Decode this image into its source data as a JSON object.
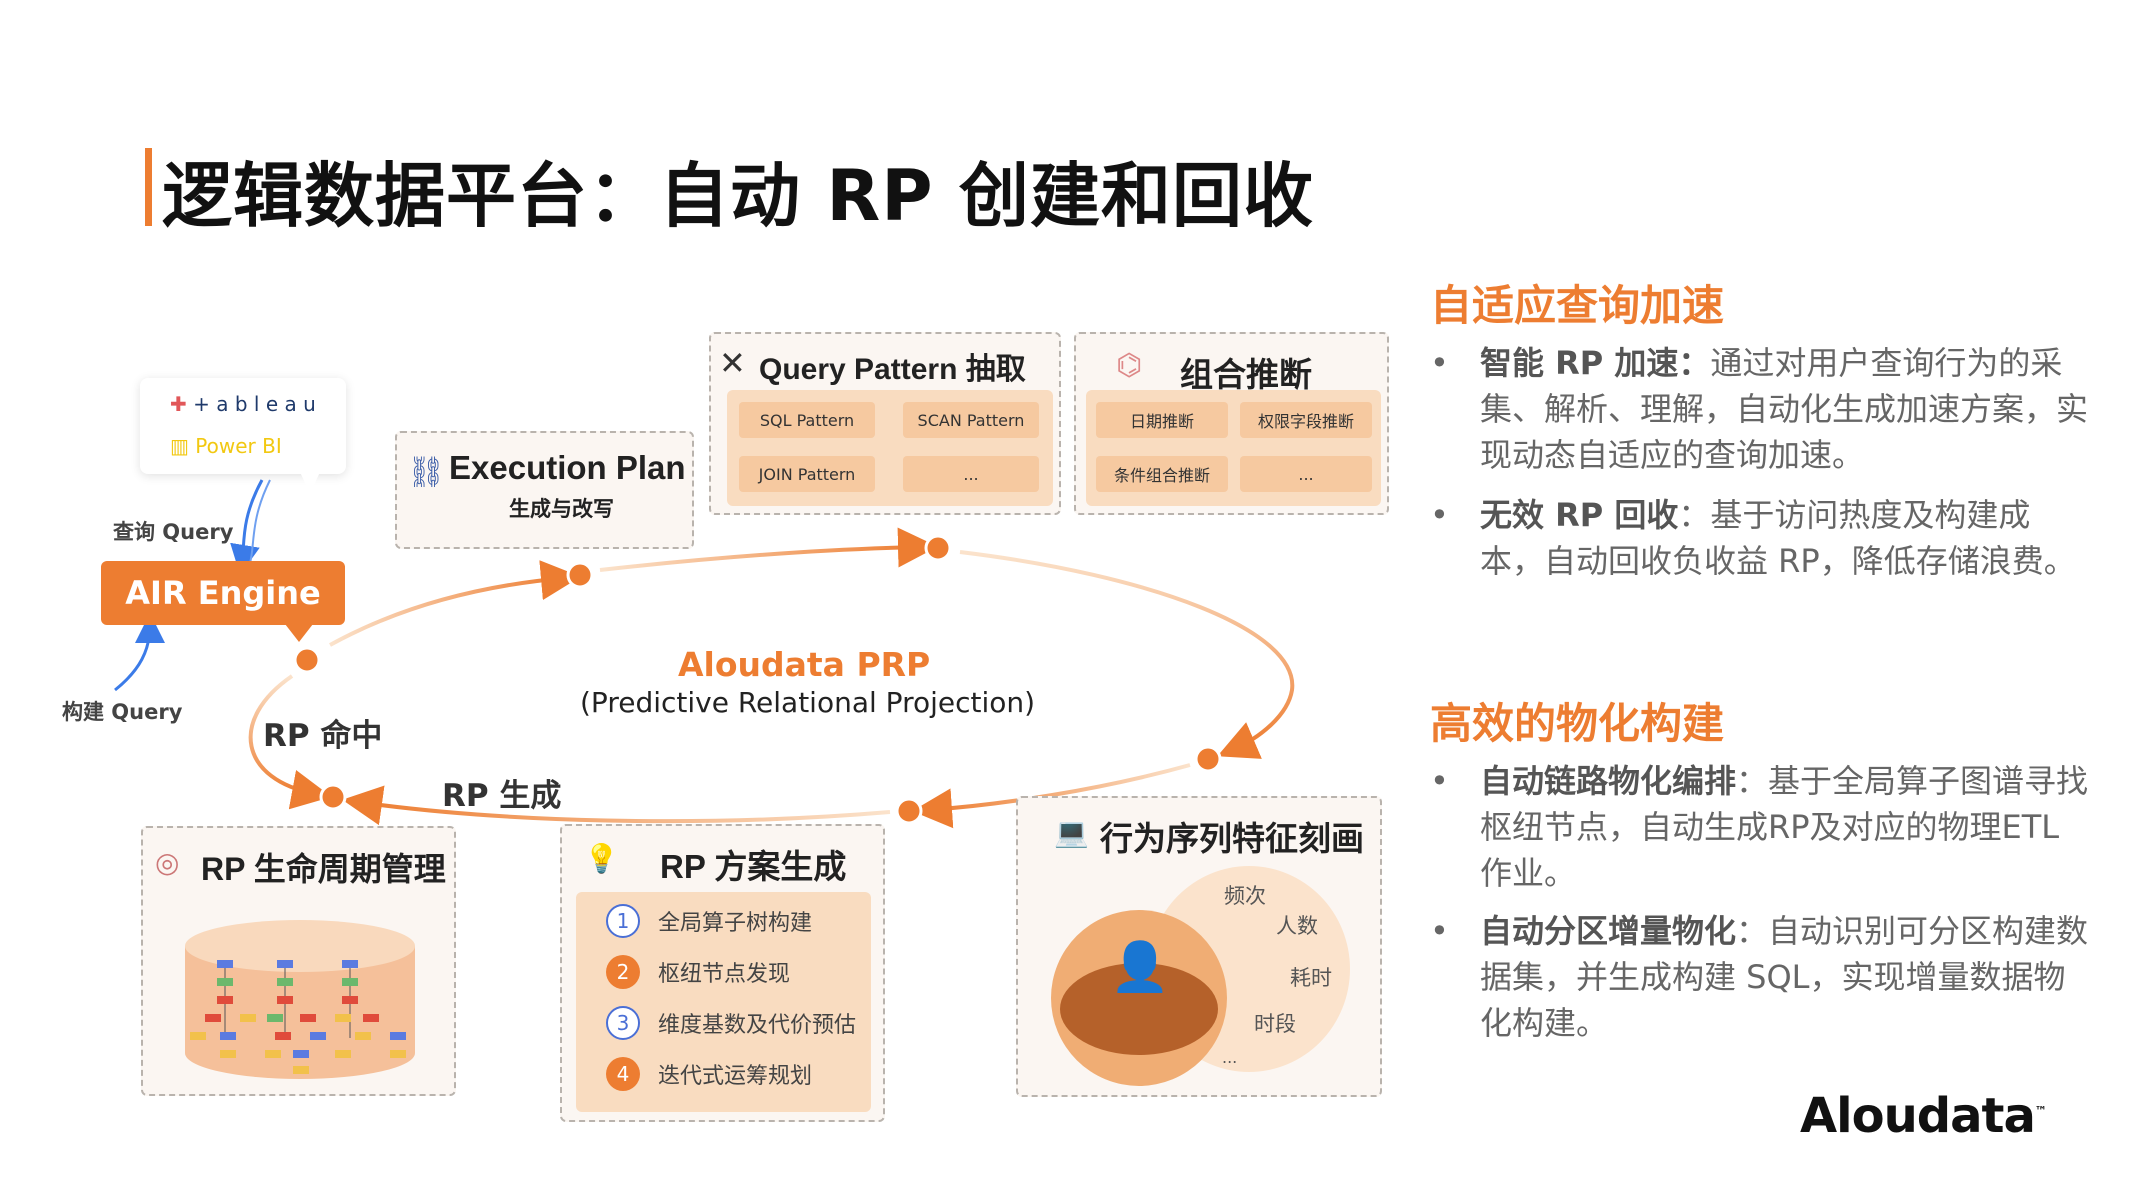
{
  "title": "逻辑数据平台：自动 RP 创建和回收",
  "colors": {
    "accent": "#ed7d31",
    "pill": "#f6c9a0",
    "arrow_blue": "#3b7be8"
  },
  "bi_tools": {
    "tableau": "+ a b l e a u",
    "powerbi": "Power BI"
  },
  "air_engine": {
    "label": "AIR Engine",
    "query_label": "查询 Query",
    "build_label": "构建 Query"
  },
  "loop": {
    "rp_hit": "RP 命中",
    "rp_gen": "RP 生成",
    "center_title": "Aloudata PRP",
    "center_subtitle": "(Predictive Relational Projection)"
  },
  "execution_plan": {
    "title": "Execution Plan",
    "subtitle": "生成与改写"
  },
  "query_pattern": {
    "title": "Query Pattern 抽取",
    "items": [
      "SQL Pattern",
      "SCAN Pattern",
      "JOIN Pattern",
      "..."
    ]
  },
  "combo": {
    "title": "组合推断",
    "items": [
      "日期推断",
      "权限字段推断",
      "条件组合推断",
      "..."
    ]
  },
  "lifecycle": {
    "title": "RP 生命周期管理"
  },
  "plan_gen": {
    "title": "RP 方案生成",
    "steps": [
      {
        "n": "1",
        "label": "全局算子树构建"
      },
      {
        "n": "2",
        "label": "枢纽节点发现"
      },
      {
        "n": "3",
        "label": "维度基数及代价预估"
      },
      {
        "n": "4",
        "label": "迭代式运筹规划"
      }
    ]
  },
  "behavior": {
    "title": "行为序列特征刻画",
    "features": [
      "频次",
      "人数",
      "耗时",
      "时段",
      "..."
    ]
  },
  "right": {
    "section1": {
      "heading": "自适应查询加速",
      "bullets": [
        {
          "bold": "智能 RP 加速：",
          "text": "通过对用户查询行为的采集、解析、理解，自动化生成加速方案，实现动态自适应的查询加速。"
        },
        {
          "bold": "无效 RP 回收",
          "text": "：基于访问热度及构建成本，自动回收负收益 RP，降低存储浪费。"
        }
      ]
    },
    "section2": {
      "heading": "高效的物化构建",
      "bullets": [
        {
          "bold": "自动链路物化编排",
          "text": "：基于全局算子图谱寻找枢纽节点，自动生成RP及对应的物理ETL作业。"
        },
        {
          "bold": "自动分区增量物化",
          "text": "：自动识别可分区构建数据集，并生成构建 SQL，实现增量数据物化构建。"
        }
      ]
    },
    "bullet_char": "•"
  },
  "logo": {
    "text": "Aloudata",
    "tm": "™"
  }
}
